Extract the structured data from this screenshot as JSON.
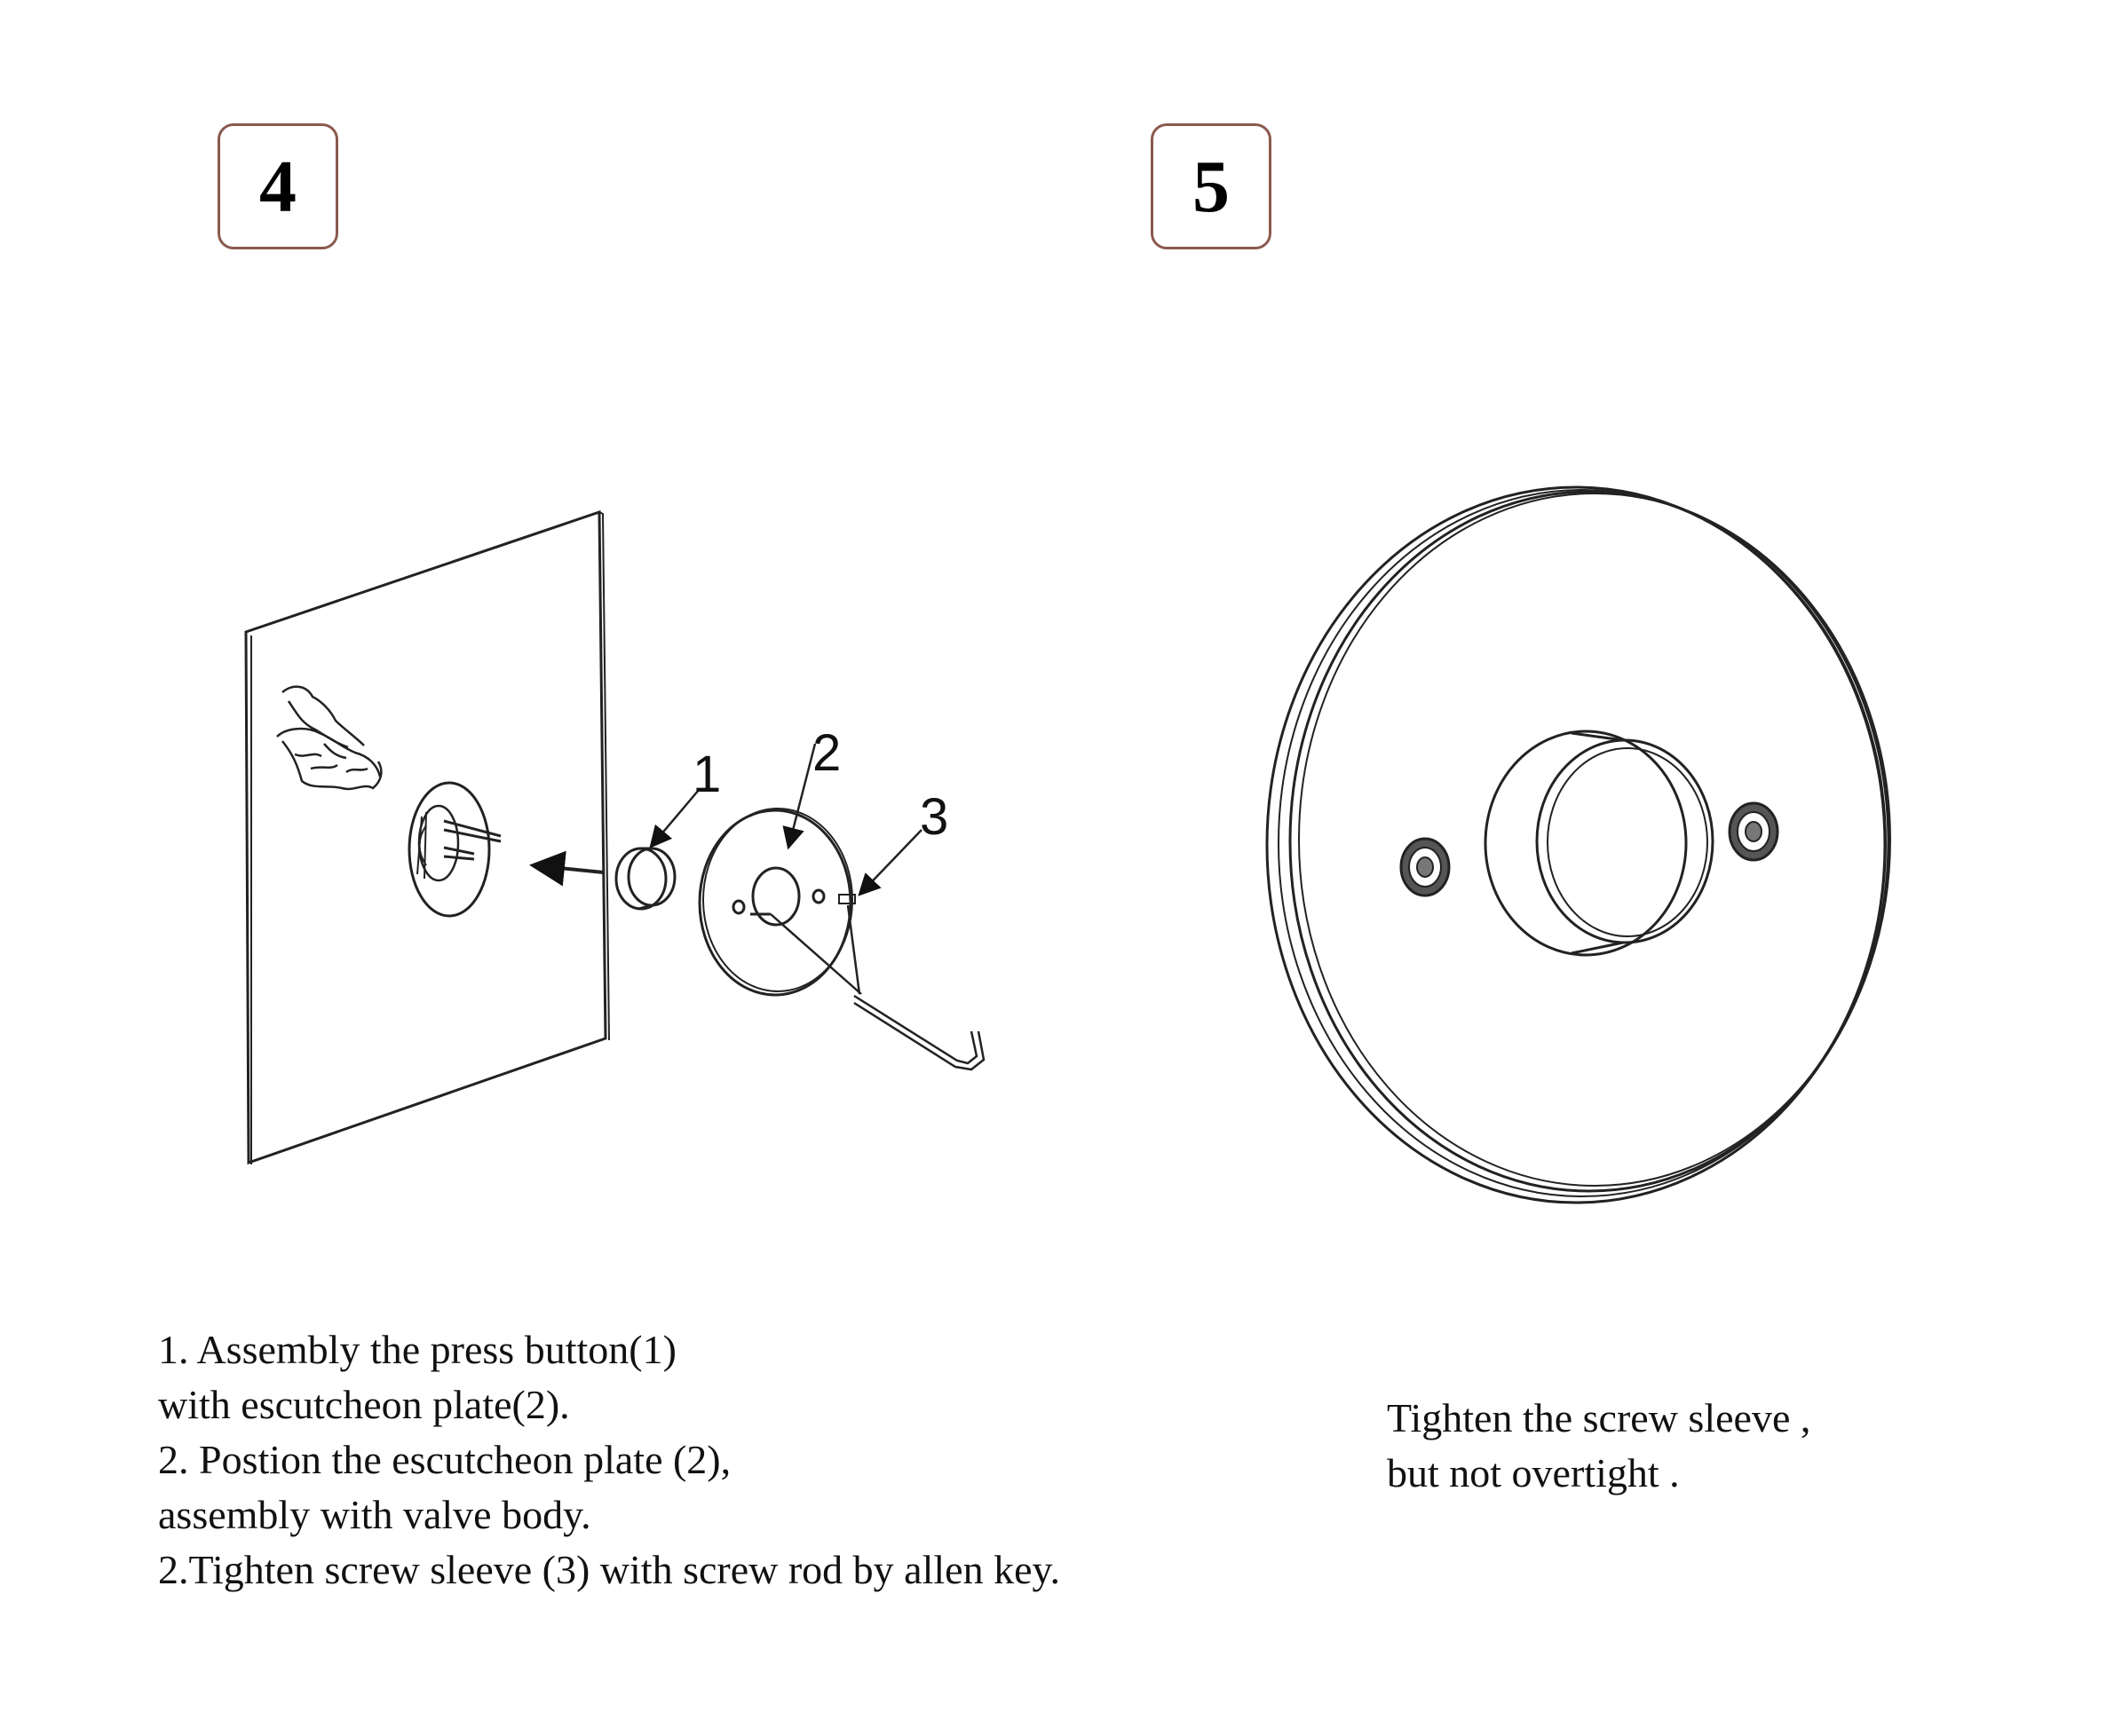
{
  "steps": [
    {
      "number": "4",
      "callouts": [
        "1",
        "2",
        "3"
      ],
      "instructions": [
        "1. Assembly the press button(1)",
        "with escutcheon plate(2).",
        "2. Postion the escutcheon plate (2),",
        "assembly with valve body.",
        "2.Tighten screw sleeve (3) with screw rod by allen key."
      ]
    },
    {
      "number": "5",
      "instructions": [
        "Tighten the screw sleeve ,",
        "but not overtight ."
      ]
    }
  ]
}
